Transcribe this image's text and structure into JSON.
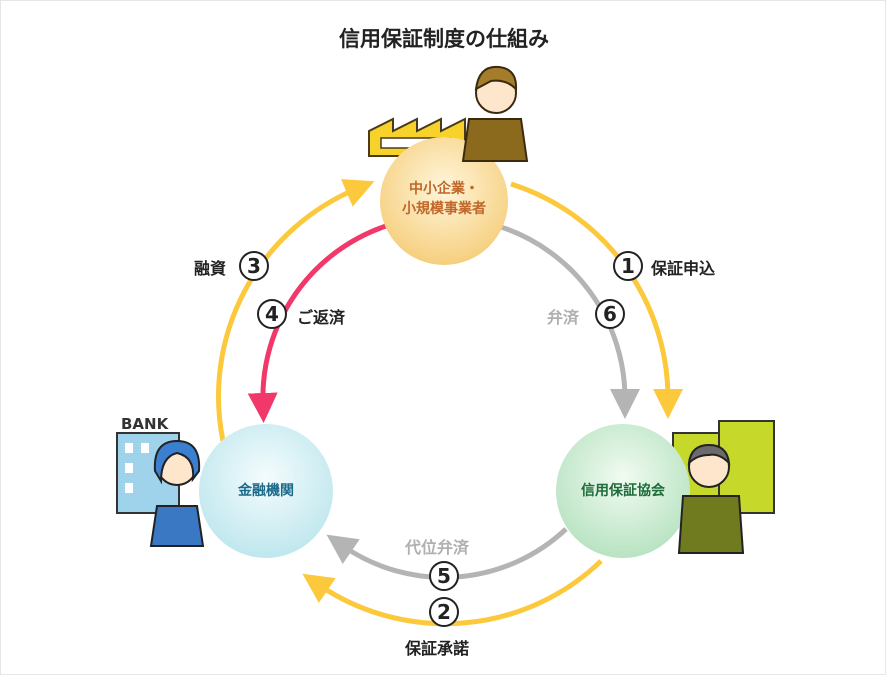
{
  "title": "信用保証制度の仕組み",
  "nodes": {
    "business_line1": "中小企業・",
    "business_line2": "小規模事業者",
    "bank": "金融機関",
    "guarantee": "信用保証協会",
    "bank_sign": "BANK"
  },
  "steps": [
    {
      "num": "1",
      "label": "保証申込"
    },
    {
      "num": "2",
      "label": "保証承諾"
    },
    {
      "num": "3",
      "label": "融資"
    },
    {
      "num": "4",
      "label": "ご返済"
    },
    {
      "num": "5",
      "label": "代位弁済"
    },
    {
      "num": "6",
      "label": "弁済"
    }
  ],
  "colors": {
    "yellow": "#fbc93b",
    "red": "#f2386a",
    "gray": "#b4b4b4",
    "business_text": "#c0672a",
    "bank_text": "#1c6a8a",
    "guarantee_text": "#1f6b3c"
  }
}
